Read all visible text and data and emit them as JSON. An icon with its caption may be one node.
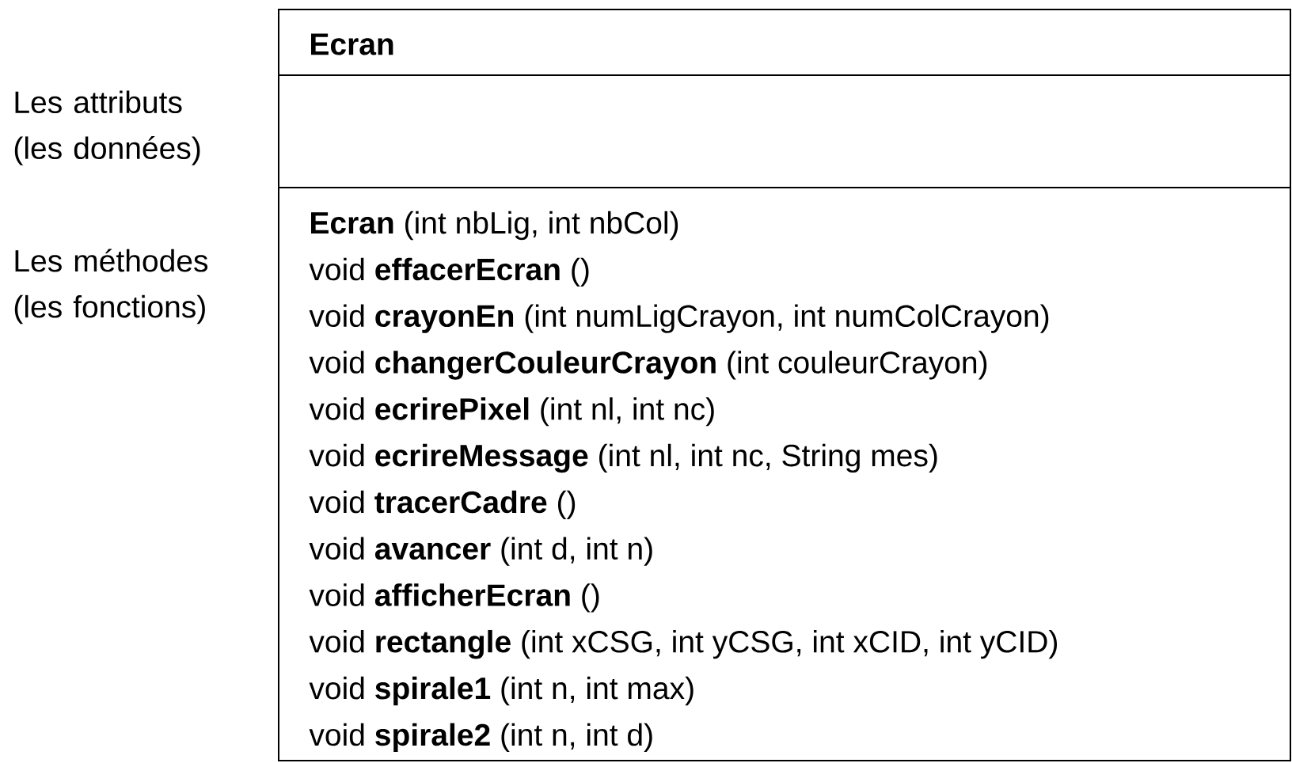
{
  "diagram": {
    "nodes": [
      {
        "text": [
          "Ecran"
        ]
      },
      {
        "text": [],
        "shape": "box",
        "in": 0
      },
      {
        "text": [
          "**Ecran** (int nbLig, int nbCol)",
          "void **effacerEcran** ()",
          "void **crayonEn** (int numLigCrayon, int numColCrayon)",
          "void **changerCouleurCrayon** (int couleurCrayon)",
          "void **ecrirePixel** (int nl, int nc)",
          "void **ecrireMessage** (int nl, int nc, String mes)",
          "void **tracerCadre** ()",
          "void **avancer** (int d, int n)",
          "void **afficherEcran** ()",
          "void **rectangle** (int xCSG, int yCSG, int xCID, int yCID)",
          "void **spirale1** (int n, int max)",
          "void **spirale2** (int n, int d)"
        ],
        "in": 0
      }
    ],
    "labels": [
      "Les attributs (les données)",
      "Les méthodes (les fonctions)"
    ]
  }
}
